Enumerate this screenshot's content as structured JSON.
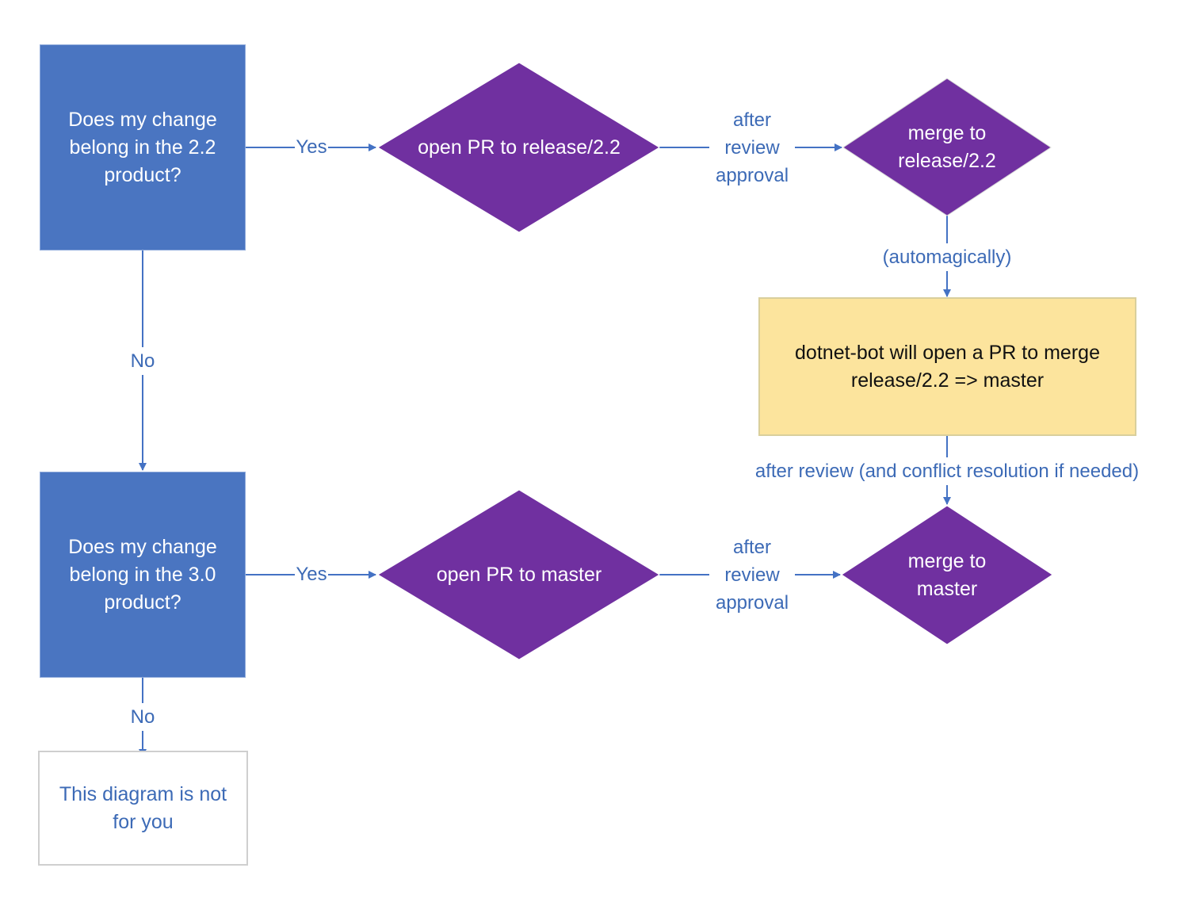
{
  "colors": {
    "decision_box": "#4a75c1",
    "action_diamond": "#7030a0",
    "bot_box": "#fce49d",
    "connector": "#4472c4",
    "label_text": "#3c6ab6"
  },
  "nodes": {
    "q22": "Does my change belong in the 2.2 product?",
    "q30": "Does my change belong in the 3.0 product?",
    "not_for_you": "This diagram is not for you",
    "open_pr_22": "open PR to release/2.2",
    "merge_22": "merge to release/2.2",
    "bot": "dotnet-bot will open a PR to merge release/2.2 => master",
    "open_pr_master": "open PR to master",
    "merge_master": "merge to master"
  },
  "edge_labels": {
    "yes_22": "Yes",
    "no_22": "No",
    "after_review_22": "after review approval",
    "automagically": "(automagically)",
    "after_review_conflict": "after review (and conflict resolution if needed)",
    "yes_30": "Yes",
    "no_30": "No",
    "after_review_master": "after review approval"
  }
}
